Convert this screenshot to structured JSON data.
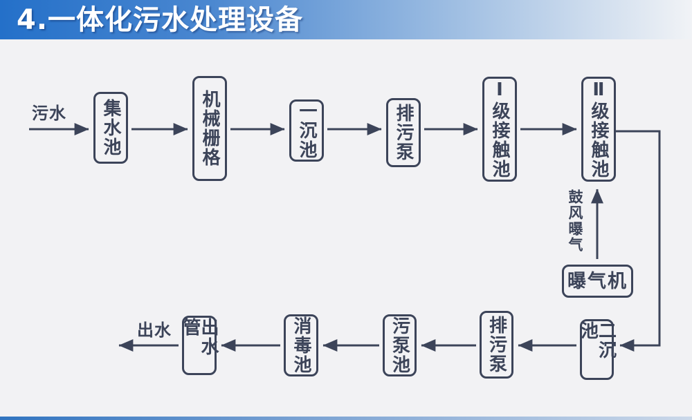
{
  "slide": {
    "title": "4.一体化污水处理设备"
  },
  "colors": {
    "ink": "#3c4459",
    "background": "#f2f2f4",
    "title_gradient_start": "#2470c9",
    "title_gradient_end": "#f1f3f6",
    "bottom_bar_start": "#3174c0",
    "bottom_bar_end": "#cbd8e9"
  },
  "flow": {
    "input_label": "污水",
    "output_label": "出水",
    "aeration_label": "鼓风曝气",
    "nodes": [
      {
        "label": "集水池"
      },
      {
        "label": "机械栅格"
      },
      {
        "label": "一沉池"
      },
      {
        "label": "排污泵"
      },
      {
        "label": "Ⅰ级接触池"
      },
      {
        "label": "Ⅱ级接触池"
      },
      {
        "label": "曝气机"
      },
      {
        "label": "二沉池"
      },
      {
        "label": "排污泵"
      },
      {
        "label": "污泵池"
      },
      {
        "label": "消毒池"
      },
      {
        "label": "出水管"
      }
    ]
  }
}
